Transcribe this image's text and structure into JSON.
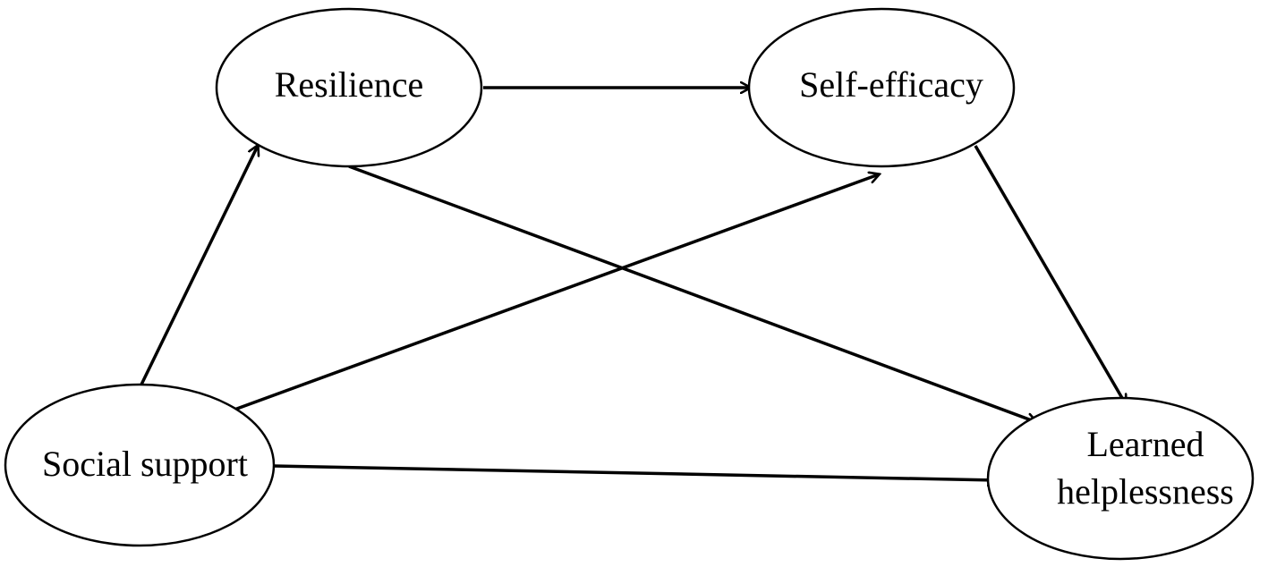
{
  "diagram": {
    "nodes": [
      {
        "id": "resilience",
        "label_lines": [
          "Resilience"
        ]
      },
      {
        "id": "self_efficacy",
        "label_lines": [
          "Self-efficacy"
        ]
      },
      {
        "id": "social_support",
        "label_lines": [
          "Social support"
        ]
      },
      {
        "id": "learned_helplessness",
        "label_lines": [
          "Learned",
          "helplessness"
        ]
      }
    ],
    "edges": [
      {
        "from": "resilience",
        "to": "self_efficacy"
      },
      {
        "from": "social_support",
        "to": "resilience"
      },
      {
        "from": "social_support",
        "to": "self_efficacy"
      },
      {
        "from": "resilience",
        "to": "learned_helplessness"
      },
      {
        "from": "self_efficacy",
        "to": "learned_helplessness"
      },
      {
        "from": "social_support",
        "to": "learned_helplessness"
      }
    ]
  }
}
